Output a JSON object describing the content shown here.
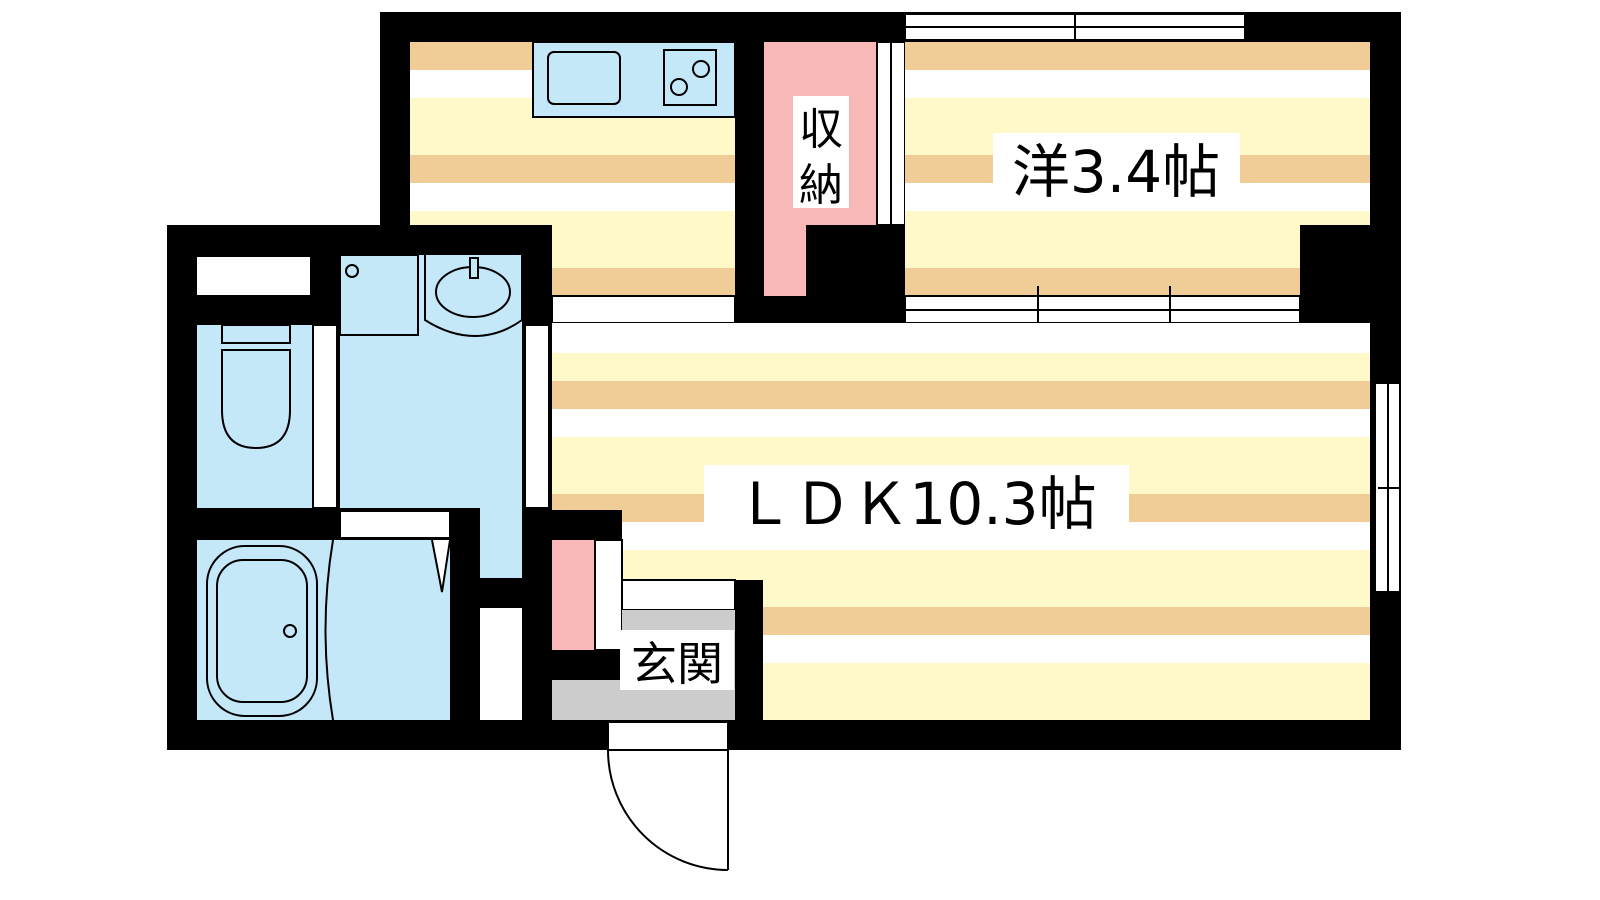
{
  "rooms": {
    "western": {
      "label": "洋3.4帖"
    },
    "ldk": {
      "label": "ＬＤＫ10.3帖"
    },
    "storage": {
      "label_line1": "収",
      "label_line2": "納"
    },
    "entrance": {
      "label": "玄関"
    }
  },
  "colors": {
    "wall": "#000000",
    "floor_cream": "#fff8c8",
    "floor_tan": "#f0cc96",
    "wet_area": "#c4e8f8",
    "storage": "#f8b8b8",
    "entrance_floor": "#cccccc"
  }
}
